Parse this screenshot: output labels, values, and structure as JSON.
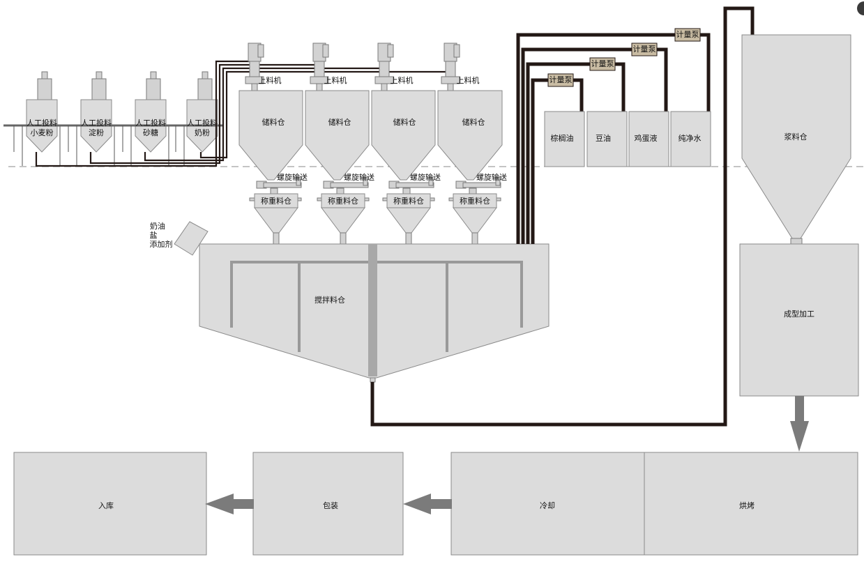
{
  "manual_feeders": [
    {
      "line1": "人工投料",
      "line2": "小麦粉"
    },
    {
      "line1": "人工投料",
      "line2": "淀粉"
    },
    {
      "line1": "人工投料",
      "line2": "砂糖"
    },
    {
      "line1": "人工投料",
      "line2": "奶粉"
    }
  ],
  "loader_label": "上料机",
  "storage_label": "储料仓",
  "screw_label": "螺旋输送",
  "weigh_label": "称重料仓",
  "additive": {
    "line1": "奶油",
    "line2": "盐",
    "line3": "添加剂"
  },
  "mixer_label": "搅拌料仓",
  "pump_label": "计量泵",
  "liquid_tanks": [
    "棕榈油",
    "豆油",
    "鸡蛋液",
    "纯净水"
  ],
  "slurry_label": "浆料仓",
  "forming_label": "成型加工",
  "process_steps": {
    "warehouse": "入库",
    "packaging": "包装",
    "cooling": "冷却",
    "baking": "烘烤"
  }
}
